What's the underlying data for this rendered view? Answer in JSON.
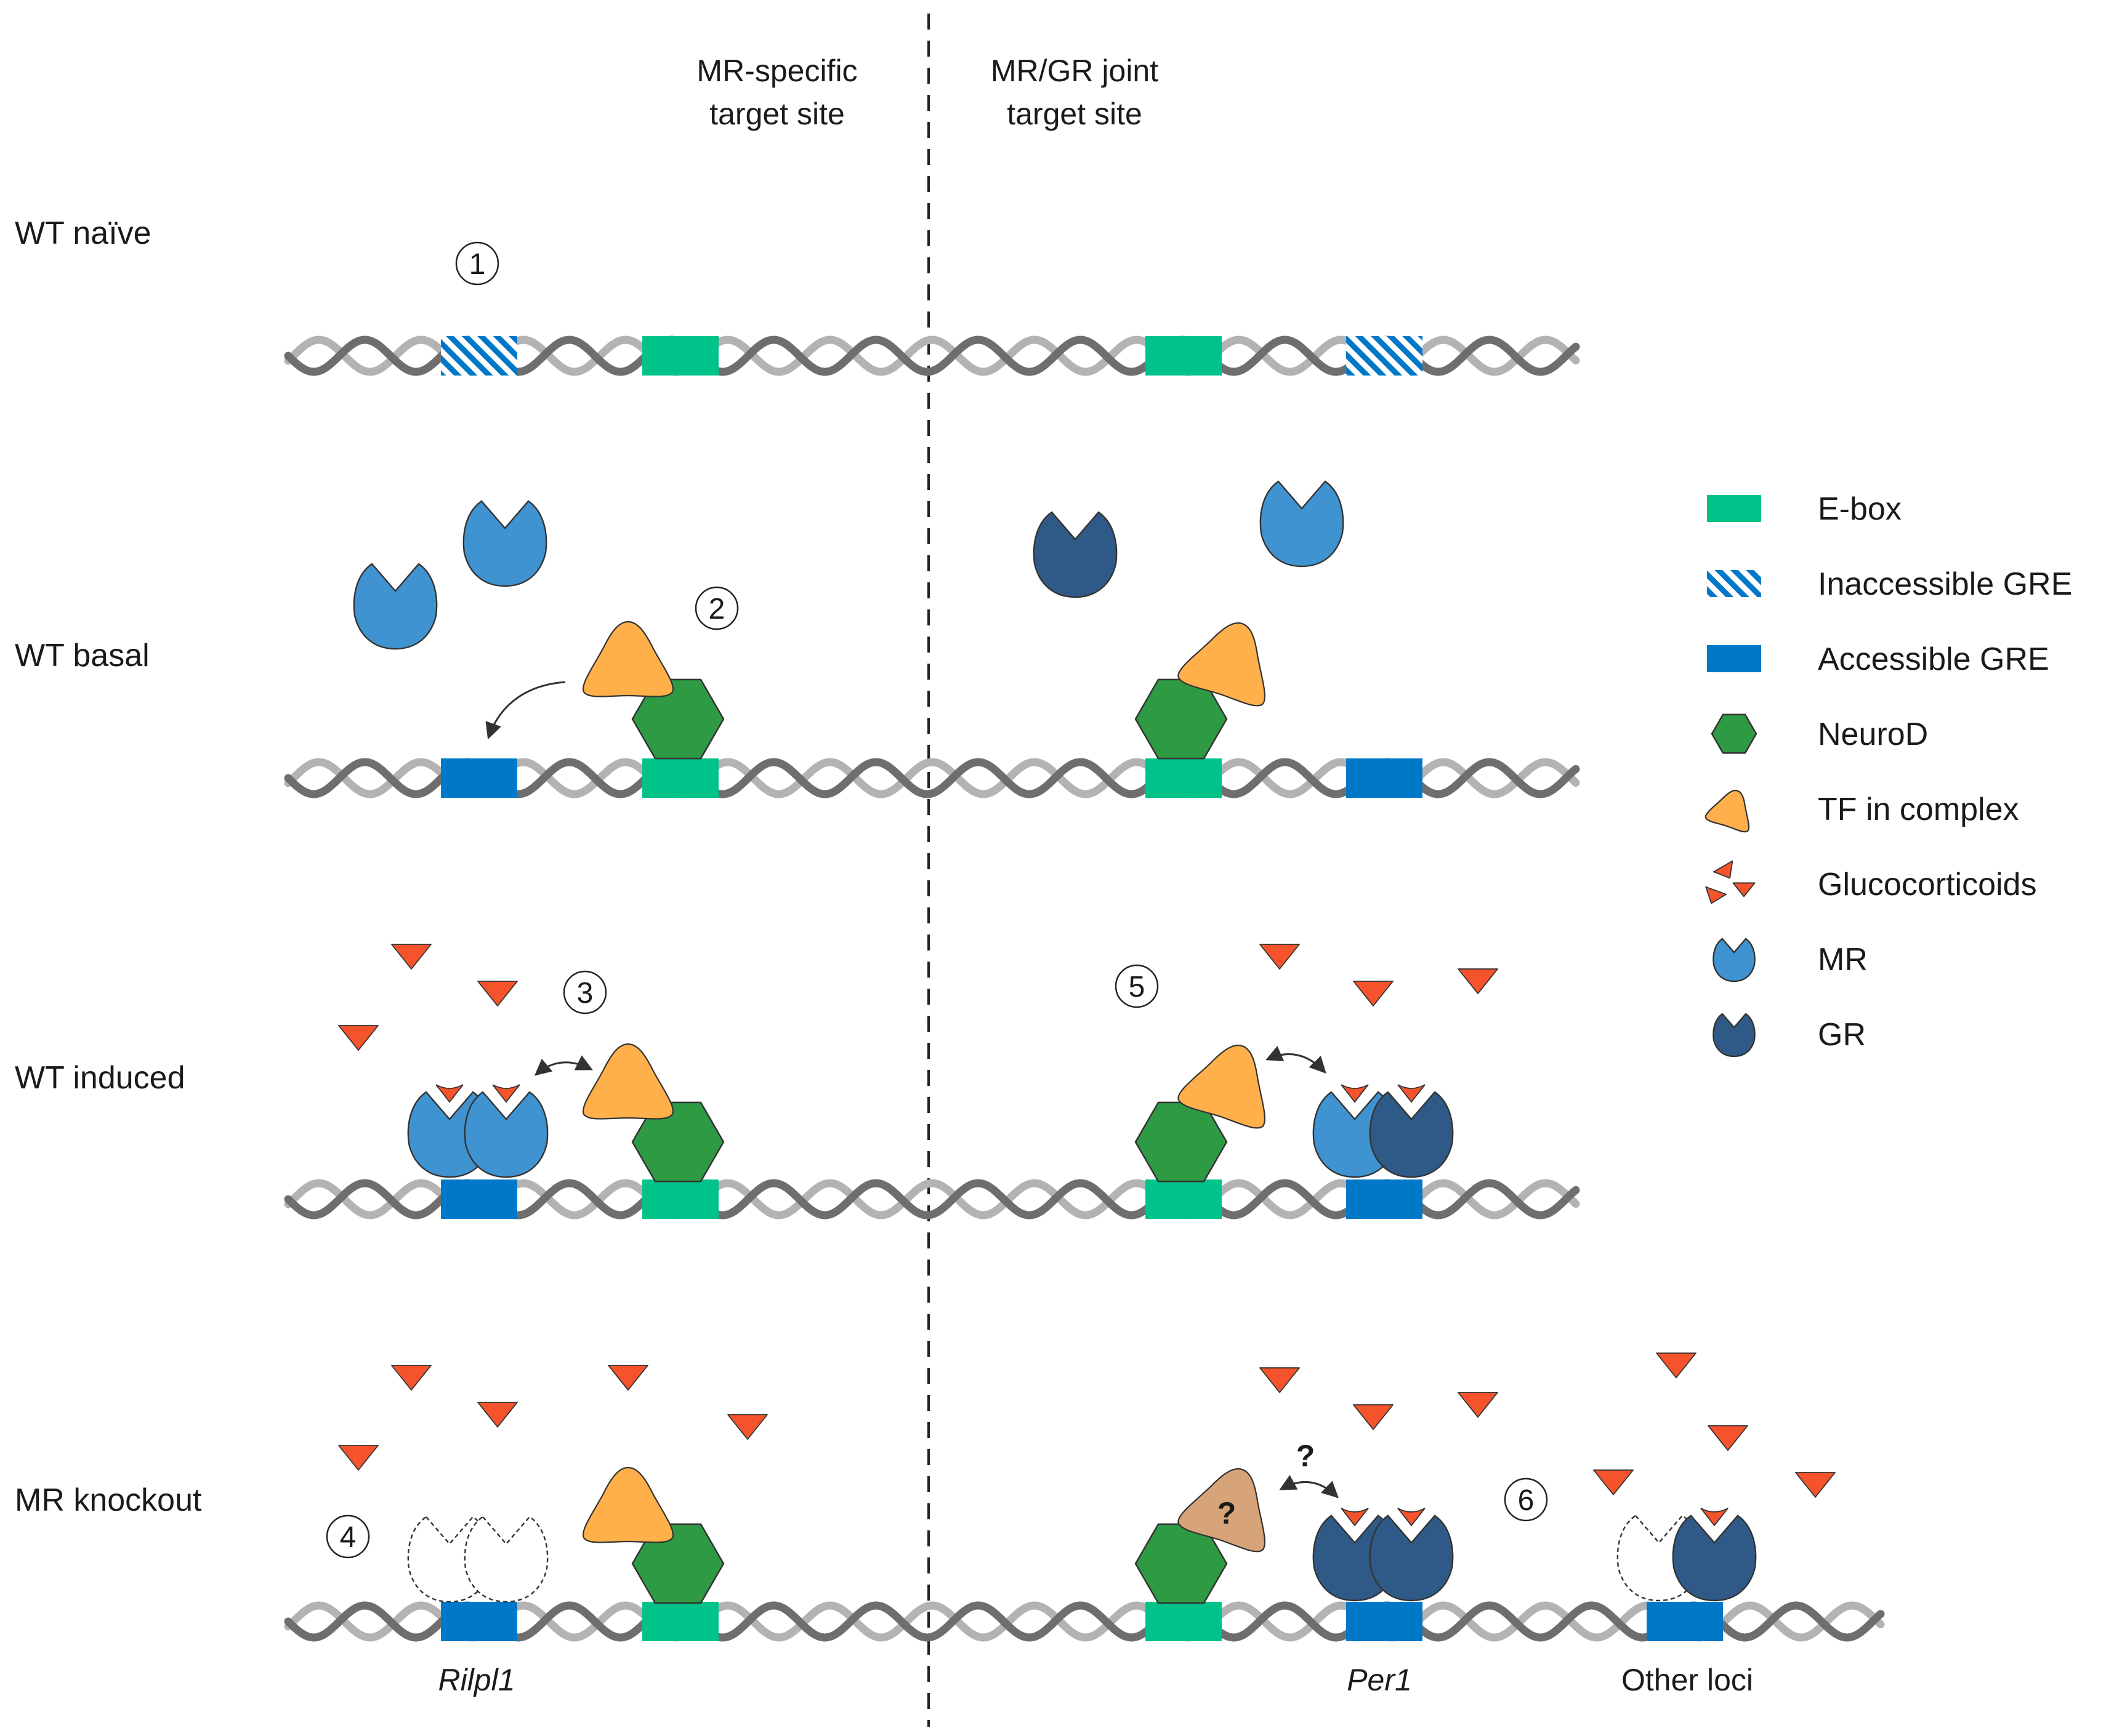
{
  "columns": {
    "left": {
      "line1": "MR-specific",
      "line2": "target site"
    },
    "right": {
      "line1": "MR/GR joint",
      "line2": "target site"
    }
  },
  "rows": [
    "WT naïve",
    "WT basal",
    "WT induced",
    "MR knockout"
  ],
  "steps": [
    "1",
    "2",
    "3",
    "4",
    "5",
    "6"
  ],
  "genes": {
    "left": "Rilpl1",
    "right": "Per1",
    "other": "Other loci"
  },
  "question_mark": "?",
  "legend": [
    {
      "label": "E-box",
      "icon": "e-box-icon"
    },
    {
      "label": "Inaccessible GRE",
      "icon": "inaccessible-gre-icon"
    },
    {
      "label": "Accessible GRE",
      "icon": "accessible-gre-icon"
    },
    {
      "label": "NeuroD",
      "icon": "neurod-icon"
    },
    {
      "label": "TF in complex",
      "icon": "tf-complex-icon"
    },
    {
      "label": "Glucocorticoids",
      "icon": "glucocorticoids-icon"
    },
    {
      "label": "MR",
      "icon": "mr-icon"
    },
    {
      "label": "GR",
      "icon": "gr-icon"
    }
  ],
  "colors": {
    "ebox": "#00C389",
    "gre": "#0078C8",
    "neurod": "#2E9A44",
    "tf": "#FFB04A",
    "tf_unknown": "#D6A478",
    "glucocorticoid": "#F4532B",
    "mr": "#3F93D1",
    "gr": "#2F5A87",
    "dna_dark": "#6E6E6E",
    "dna_light": "#B3B3B3"
  }
}
